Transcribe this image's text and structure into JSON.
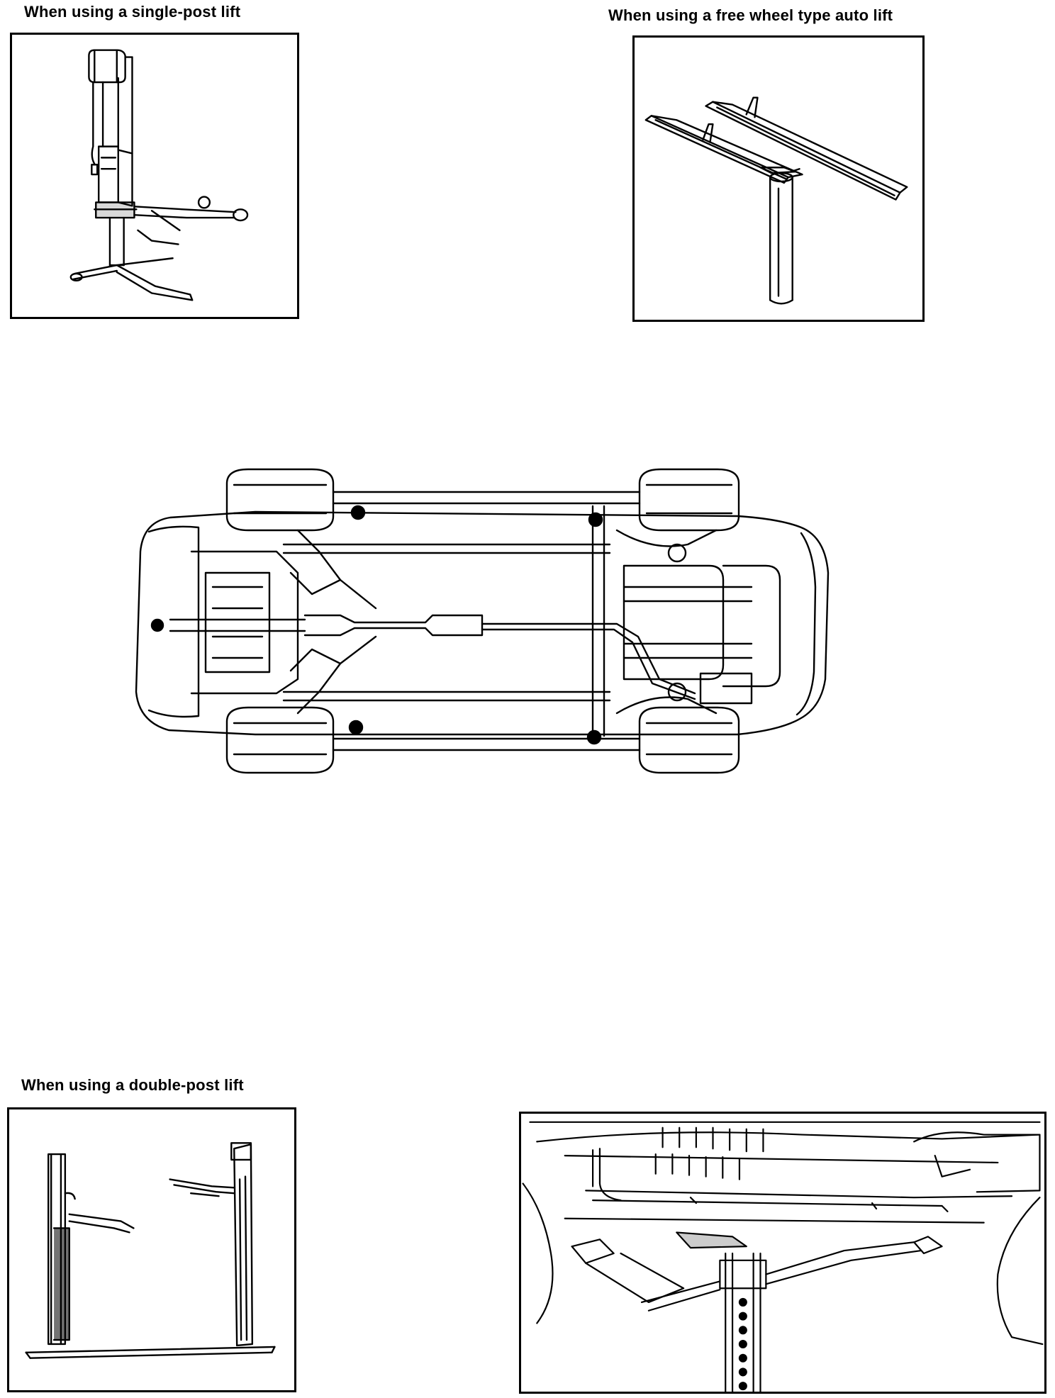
{
  "captions": {
    "single_post": "When using a single-post lift",
    "free_wheel": "When using a free  wheel type auto lift",
    "double_post": "When using a double-post lift"
  },
  "illustrations": {
    "single_post_lift": "single-post-lift-drawing",
    "free_wheel_lift": "free-wheel-lift-drawing",
    "vehicle_underbody": "vehicle-underbody-drawing",
    "double_post_lift": "double-post-lift-drawing",
    "lift_point_closeup": "lift-point-closeup-drawing"
  },
  "colors": {
    "ink": "#000000",
    "paper": "#ffffff"
  }
}
